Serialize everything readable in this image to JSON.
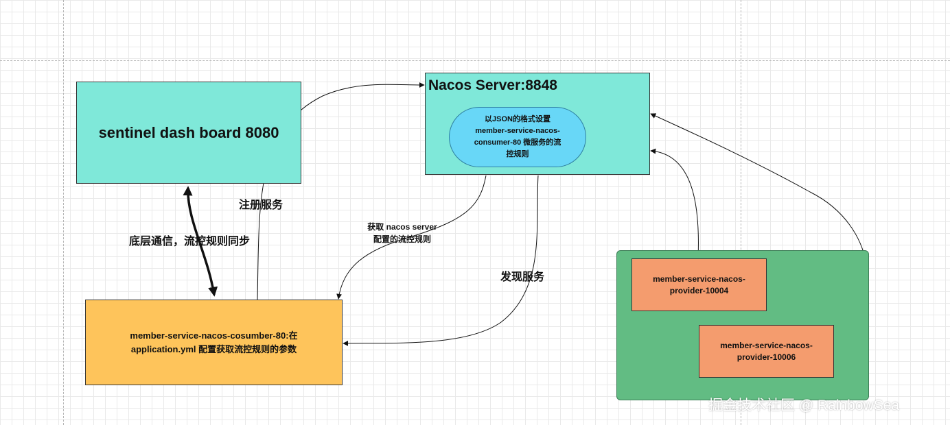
{
  "nodes": {
    "sentinel": "sentinel dash board 8080",
    "nacos_title": "Nacos Server:8848",
    "nacos_rule_lines": [
      "以JSON的格式设置",
      "member-service-nacos-",
      "consumer-80 微服务的流",
      "控规则"
    ],
    "consumer_lines": [
      "member-service-nacos-cosumber-80:在",
      "application.yml 配置获取流控规则的参数"
    ],
    "provider_1_lines": [
      "member-service-nacos-",
      "provider-10004"
    ],
    "provider_2_lines": [
      "member-service-nacos-",
      "provider-10006"
    ]
  },
  "edges": {
    "register": "注册服务",
    "underlying": "底层通信，流控规则同步",
    "fetch_lines": [
      "获取 nacos server",
      "配置的流控规则"
    ],
    "discover": "发现服务"
  },
  "watermark": "掘金技术社区 @ RainbowSea",
  "colors": {
    "teal_box": "#7fe8d9",
    "rule_pill": "#68d7f7",
    "consumer_box": "#fec45b",
    "provider_group": "#62bc83",
    "provider_box": "#f49c6e"
  }
}
